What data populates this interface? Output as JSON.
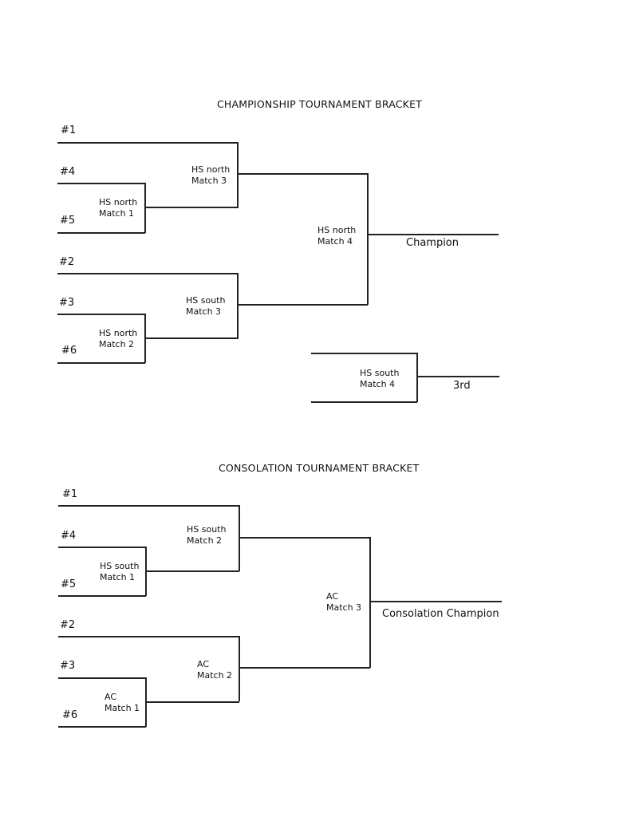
{
  "championship": {
    "title": "CHAMPIONSHIP TOURNAMENT BRACKET",
    "seeds": [
      "#1",
      "#4",
      "#5",
      "#2",
      "#3",
      "#6"
    ],
    "matches": {
      "m1": {
        "site": "HS north",
        "label": "Match 1"
      },
      "m2": {
        "site": "HS north",
        "label": "Match 2"
      },
      "m3n": {
        "site": "HS north",
        "label": "Match 3"
      },
      "m3s": {
        "site": "HS south",
        "label": "Match 3"
      },
      "m4n": {
        "site": "HS north",
        "label": "Match 4"
      },
      "m4s": {
        "site": "HS south",
        "label": "Match 4"
      }
    },
    "champion_label": "Champion",
    "third_label": "3rd"
  },
  "consolation": {
    "title": "CONSOLATION TOURNAMENT BRACKET",
    "seeds": [
      "#1",
      "#4",
      "#5",
      "#2",
      "#3",
      "#6"
    ],
    "matches": {
      "m1s": {
        "site": "HS south",
        "label": "Match 1"
      },
      "m2s": {
        "site": "HS south",
        "label": "Match 2"
      },
      "m1a": {
        "site": "AC",
        "label": "Match 1"
      },
      "m2a": {
        "site": "AC",
        "label": "Match 2"
      },
      "m3a": {
        "site": "AC",
        "label": "Match 3"
      }
    },
    "champion_label": "Consolation Champion"
  }
}
